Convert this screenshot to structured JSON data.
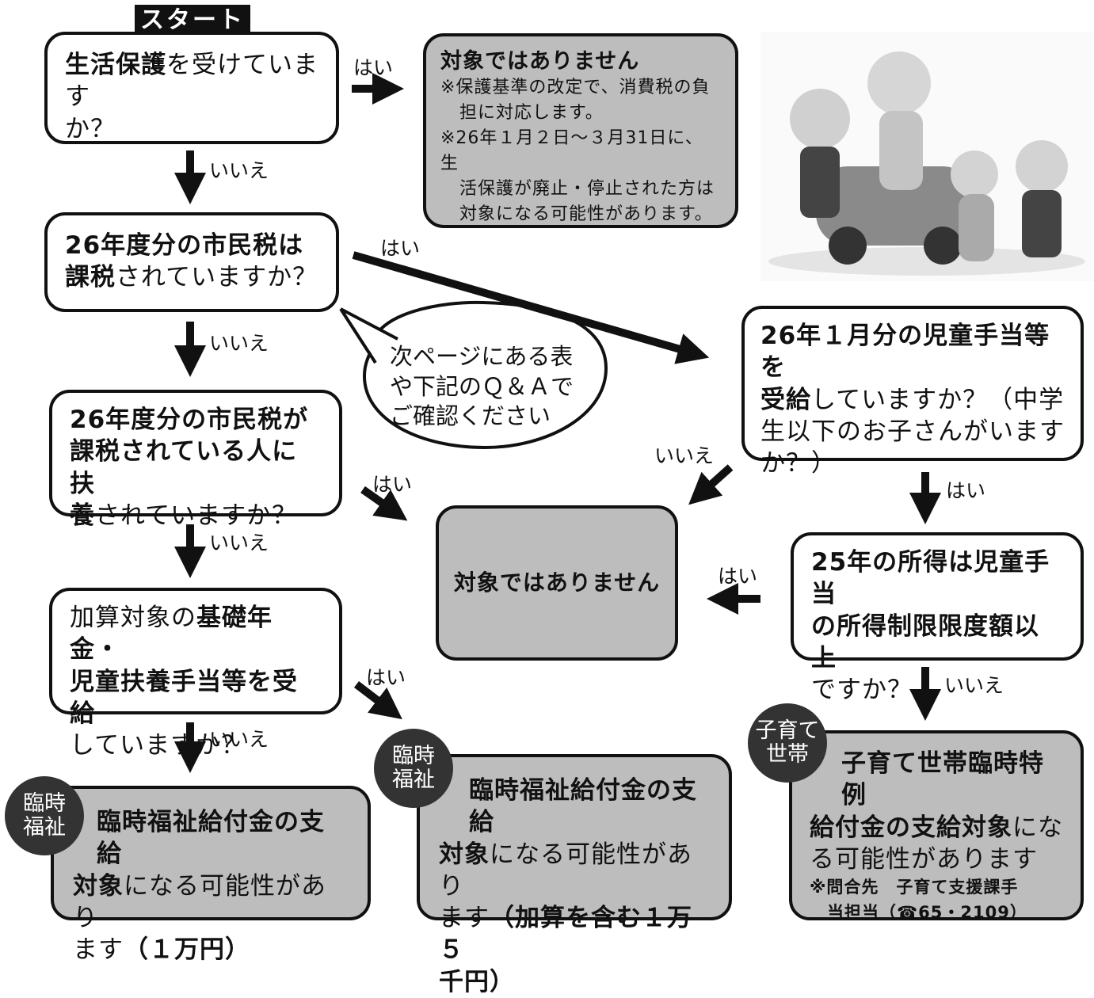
{
  "start_label": "スタート",
  "q1": {
    "bold": "生活保護",
    "rest": "を受けています\nか？"
  },
  "r1": {
    "title": "対象ではありません",
    "note1a": "※保護基準の改定で、消費税の負",
    "note1b": "担に対応します。",
    "note2a": "※26年１月２日〜３月31日に、生",
    "note2b": "活保護が廃止・停止された方は",
    "note2c": "対象になる可能性があります。"
  },
  "q2": {
    "bold1": "26年度分の市民税は",
    "bold2": "課税",
    "rest": "されていますか？"
  },
  "bubble": {
    "line1": "次ページにある表",
    "line2": "や下記のＱ＆Ａで",
    "line3": "ご確認ください"
  },
  "q3": {
    "bold1": "26年度分の市民税が",
    "bold2": "課税されている人に扶",
    "bold3": "養",
    "rest": "されていますか？"
  },
  "q4": {
    "pre": "加算対象の",
    "bold1": "基礎年金・",
    "bold2": "児童扶養手当等を受給",
    "rest": "していますか？"
  },
  "center": {
    "title": "対象ではありません"
  },
  "q5": {
    "bold1": "26年１月分の児童手当等を",
    "bold2": "受給",
    "rest1": "していますか？（中学",
    "rest2": "生以下のお子さんがいます",
    "rest3": "か？）"
  },
  "q6": {
    "bold1": "25年の所得は児童手当",
    "bold2": "の所得制限限度額以上",
    "rest": "ですか？"
  },
  "r_left": {
    "bold1": "臨時福祉給付金の支給",
    "bold2": "対象",
    "rest": "になる可能性があり",
    "rest2": "ます",
    "bold3": "（１万円）"
  },
  "r_mid": {
    "bold1": "臨時福祉給付金の支給",
    "bold2": "対象",
    "rest": "になる可能性があり",
    "rest2": "ます",
    "bold3": "（加算を含む１万５",
    "bold4": "千円）"
  },
  "r_right": {
    "bold1": "子育て世帯臨時特例",
    "bold2": "給付金の支給対象",
    "rest": "にな",
    "rest2": "る可能性があります",
    "contact1": "※問合先　子育て支援課手",
    "contact2": "当担当（☎65・2109）"
  },
  "badges": {
    "rinji1": "臨時",
    "rinji2": "福祉",
    "kosodate1": "子育て",
    "kosodate2": "世帯"
  },
  "labels": {
    "yes": "はい",
    "no": "いいえ"
  }
}
